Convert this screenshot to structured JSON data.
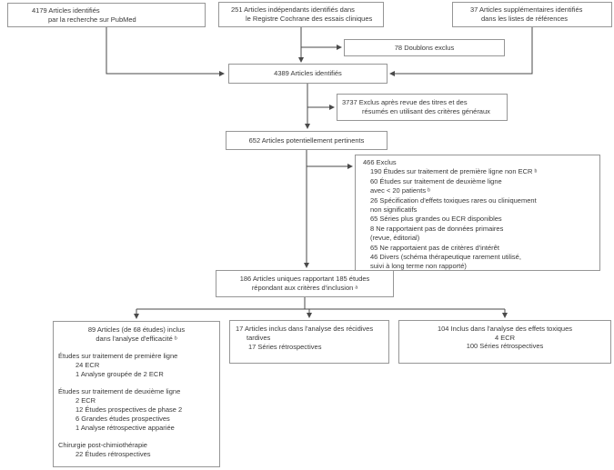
{
  "meta": {
    "title": "Diagramme de flux de sélection des articles",
    "type": "prisma-flow-diagram",
    "language": "fr"
  },
  "palette": {
    "background": "#ffffff",
    "box_border": "#969696",
    "connector": "#4a4a4a",
    "text": "#383838"
  },
  "boxes": {
    "pubmed": {
      "lines": [
        "4179 Articles identifiés",
        "par la recherche sur PubMed"
      ]
    },
    "cochrane": {
      "lines": [
        "251 Articles indépendants identifiés dans",
        "le Registre Cochrane des essais cliniques"
      ]
    },
    "references": {
      "lines": [
        "37 Articles supplémentaires identifiés",
        "dans les listes de références"
      ]
    },
    "doublons": {
      "lines": [
        "78 Doublons exclus"
      ]
    },
    "identifies": {
      "lines": [
        "4389 Articles identifiés"
      ]
    },
    "exclus_revue": {
      "lines": [
        "3737 Exclus après revue des titres et des",
        "résumés en utilisant des critères généraux"
      ]
    },
    "pertinents": {
      "lines": [
        "652 Articles potentiellement pertinents"
      ]
    },
    "exclus_466": {
      "heading": "466 Exclus",
      "lines": [
        "190 Études sur traitement de première ligne non ECR ᵇ",
        "60 Études sur traitement de deuxième ligne",
        "avec < 20 patients ᵇ",
        "26 Spécification d'effets toxiques rares ou cliniquement",
        "non significatifs",
        "65 Séries plus grandes ou ECR disponibles",
        "8 Ne rapportaient pas de données primaires",
        "(revue, éditorial)",
        "65 Ne rapportaient pas de critères d'intérêt",
        "46 Divers (schéma thérapeutique rarement utilisé,",
        "suivi à long terme non rapporté)"
      ]
    },
    "inclusion": {
      "lines": [
        "186 Articles uniques rapportant 185 études",
        "répondant aux critères d'inclusion ᵃ"
      ]
    },
    "efficacite": {
      "heading": [
        "89 Articles (de 68 études) inclus",
        "dans l'analyse d'efficacité ᵇ"
      ],
      "groups": [
        {
          "title": "Études sur traitement de première ligne",
          "items": [
            "24 ECR",
            "1 Analyse groupée de 2 ECR"
          ]
        },
        {
          "title": "Études sur traitement de deuxième ligne",
          "items": [
            "2 ECR",
            "12 Études prospectives de phase 2",
            "6 Grandes études prospectives",
            "1 Analyse rétrospective appariée"
          ]
        },
        {
          "title": "Chirurgie post-chimiothérapie",
          "items": [
            "22 Études rétrospectives"
          ]
        }
      ]
    },
    "recidives": {
      "lines": [
        "17 Articles inclus dans l'analyse des récidives",
        "tardives",
        "17 Séries rétrospectives"
      ]
    },
    "toxiques": {
      "lines": [
        "104 Inclus dans l'analyse des effets toxiques",
        "4 ECR",
        "100 Séries rétrospectives"
      ]
    }
  }
}
